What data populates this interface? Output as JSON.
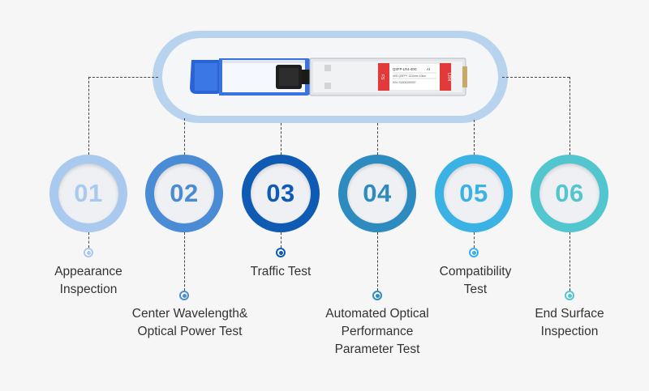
{
  "module": {
    "brand": "FS",
    "part_number": "QSFP-LR4-40G",
    "spec_line": "40G QSFP+ 1310nm 10km",
    "serial": "S/N: S1804100007",
    "type_tag": "LR4",
    "ai_tag": "AI"
  },
  "steps": [
    {
      "number": "01",
      "line1": "Appearance",
      "line2": "Inspection",
      "line3": "",
      "color": "#a9c9ee"
    },
    {
      "number": "02",
      "line1": "Center Wavelength&",
      "line2": "Optical Power Test",
      "line3": "",
      "color": "#4a8bd6"
    },
    {
      "number": "03",
      "line1": "Traffic Test",
      "line2": "",
      "line3": "",
      "color": "#0f5bb3"
    },
    {
      "number": "04",
      "line1": "Automated Optical",
      "line2": "Performance",
      "line3": "Parameter Test",
      "color": "#2d8bc0"
    },
    {
      "number": "05",
      "line1": "Compatibility",
      "line2": "Test",
      "line3": "",
      "color": "#3ab2e4"
    },
    {
      "number": "06",
      "line1": "End Surface",
      "line2": "Inspection",
      "line3": "",
      "color": "#52c6cf"
    }
  ]
}
